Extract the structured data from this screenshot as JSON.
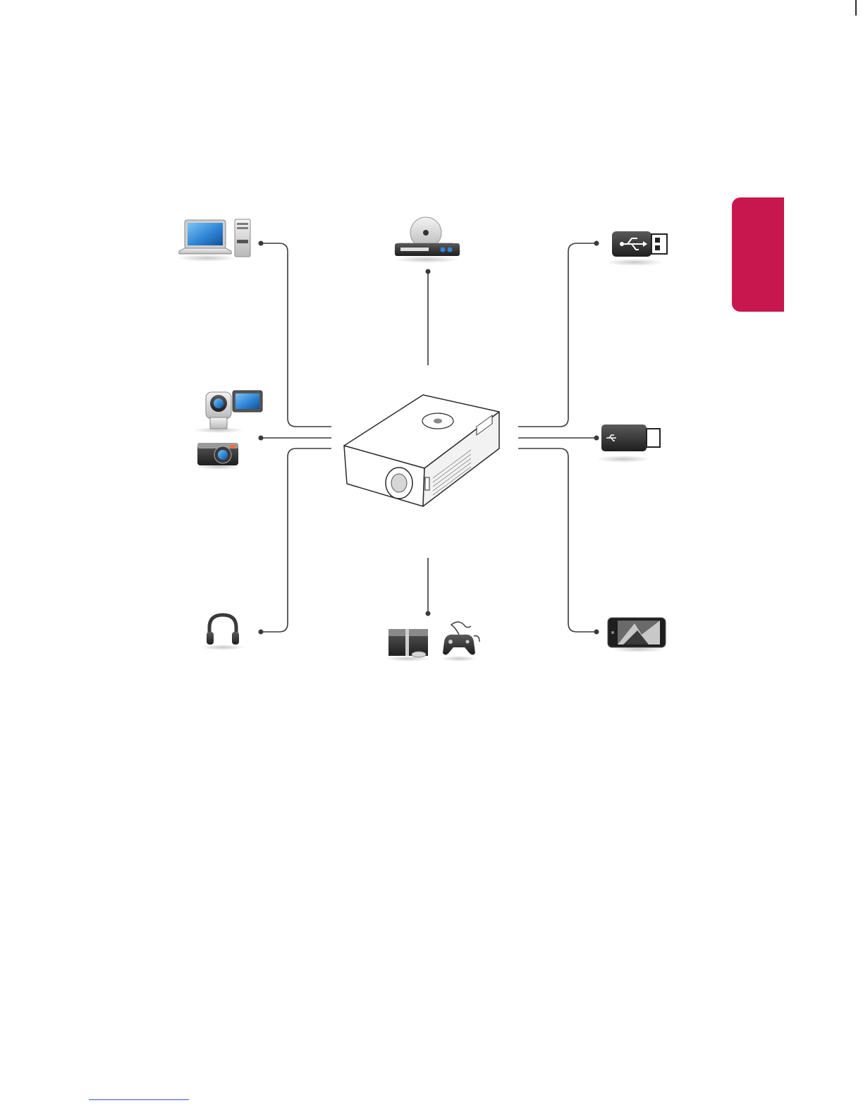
{
  "colors": {
    "accent_tab": "#c8174f",
    "line": "#3a3a3a",
    "rule": "#2a2a2a",
    "bottom_rule": "#3b4fd1",
    "screen_blue": "#2f86d6"
  },
  "devices": [
    {
      "id": "pc",
      "icon": "laptop-and-desktop-tower-icon"
    },
    {
      "id": "dvd",
      "icon": "dvd-player-icon"
    },
    {
      "id": "usb-drive",
      "icon": "usb-drive-icon"
    },
    {
      "id": "av",
      "icon": "camcorder-and-camera-icon"
    },
    {
      "id": "usb-dongle",
      "icon": "usb-dongle-icon"
    },
    {
      "id": "headphones",
      "icon": "headphones-icon"
    },
    {
      "id": "av-player-console",
      "icon": "set-top-box-and-game-controller-icon"
    },
    {
      "id": "smartphone",
      "icon": "smartphone-icon"
    }
  ],
  "center": {
    "icon": "projector-icon"
  }
}
